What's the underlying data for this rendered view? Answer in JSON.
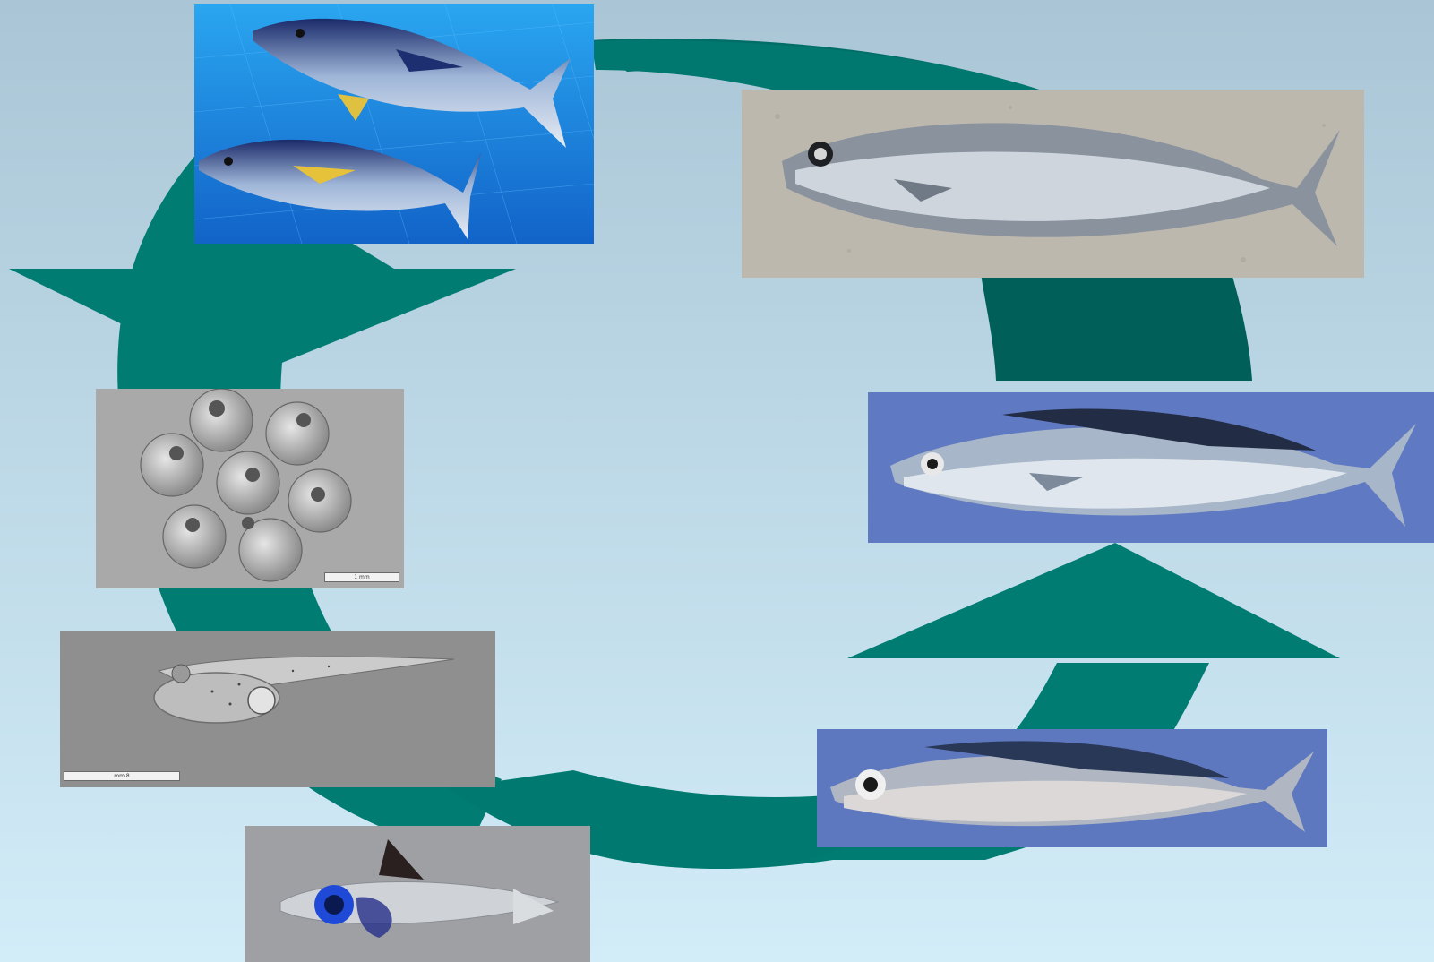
{
  "colors": {
    "background_top": "#aecbd9",
    "background_bottom": "#cfe9f6",
    "arrow_teal": "#007c73",
    "arrow_teal_dark": "#005f59"
  },
  "stages": [
    {
      "id": "adult-pair",
      "icon": "adult-tuna-pair-photo"
    },
    {
      "id": "fertilized-eggs",
      "icon": "egg-cluster-micrograph",
      "scale_label": "1 mm"
    },
    {
      "id": "yolk-sac-larva",
      "icon": "yolk-sac-larva-micrograph",
      "scale_label": "mm 8"
    },
    {
      "id": "larva",
      "icon": "larval-tuna-photo"
    },
    {
      "id": "early-juvenile",
      "icon": "early-juvenile-tuna-photo"
    },
    {
      "id": "juvenile",
      "icon": "juvenile-tuna-photo"
    },
    {
      "id": "subadult",
      "icon": "subadult-tuna-photo"
    }
  ]
}
